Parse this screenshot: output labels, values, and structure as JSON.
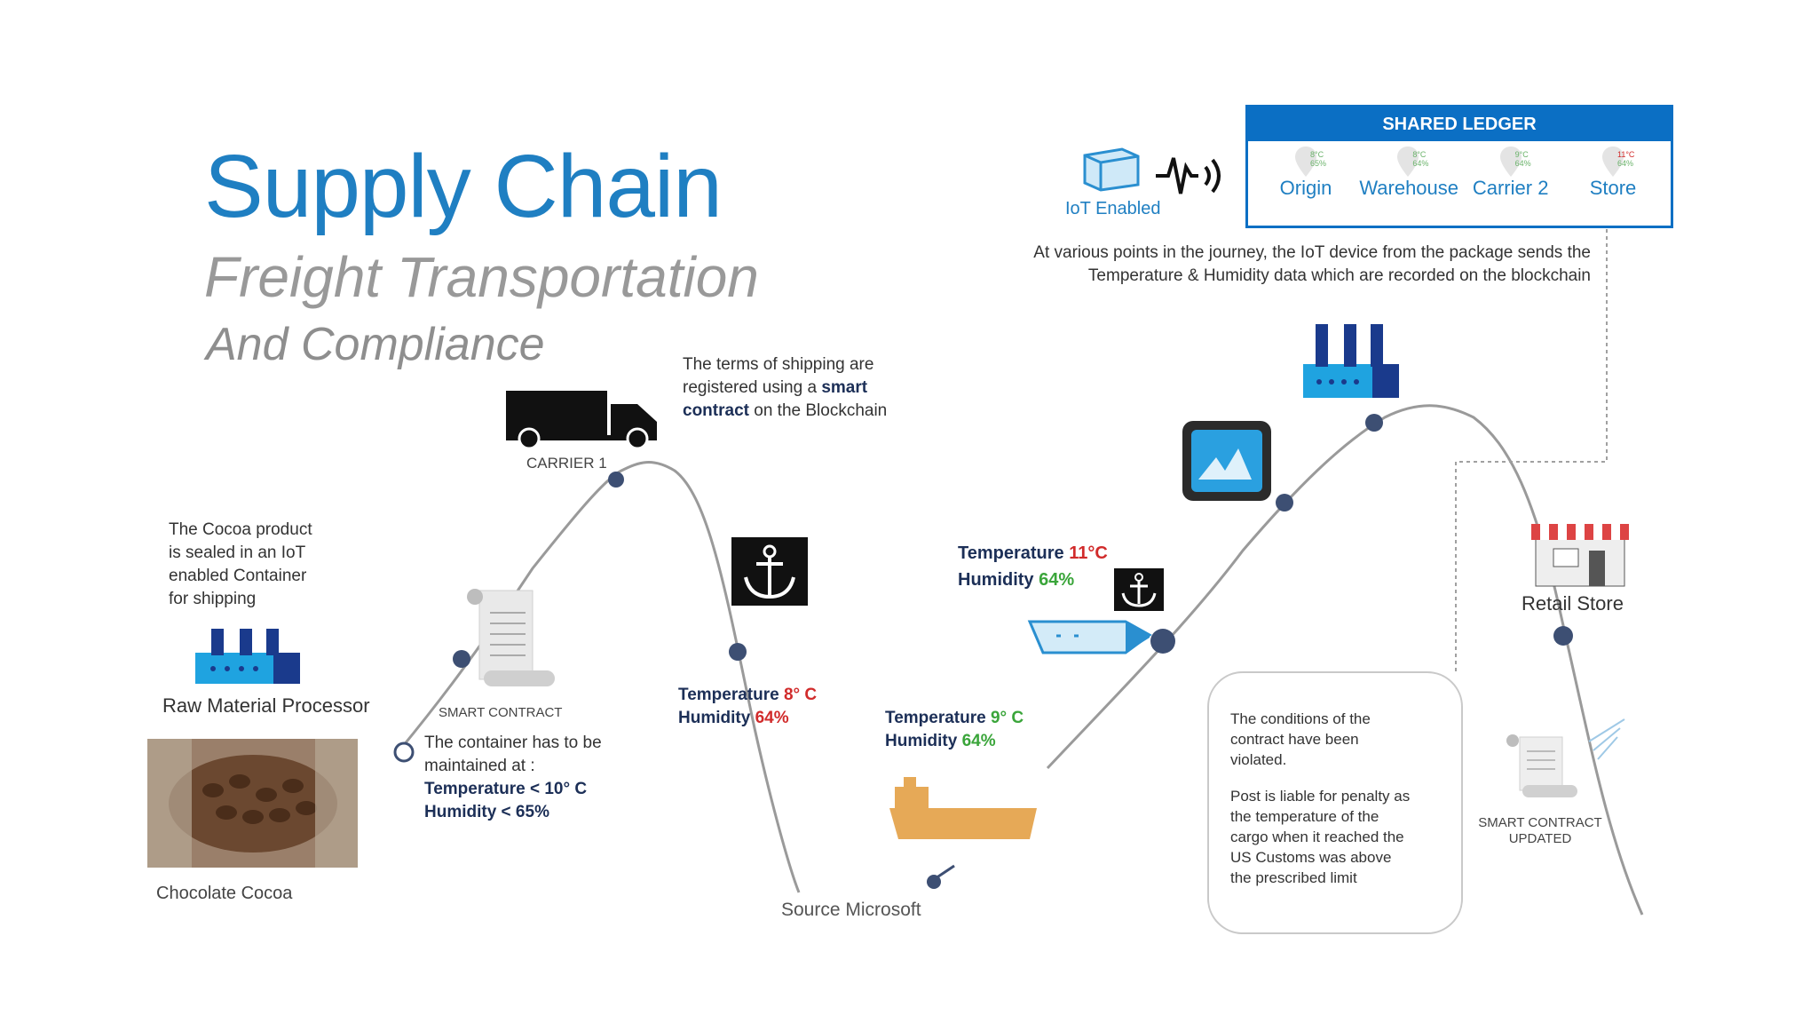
{
  "header": {
    "title": "Supply Chain",
    "subtitle": "Freight Transportation",
    "subtitle2": "And Compliance"
  },
  "ledger": {
    "title": "SHARED LEDGER",
    "items": [
      {
        "label": "Origin",
        "mini_temp": "8°C",
        "mini_hum": "65%"
      },
      {
        "label": "Warehouse",
        "mini_temp": "8°C",
        "mini_hum": "64%"
      },
      {
        "label": "Carrier 2",
        "mini_temp": "9°C",
        "mini_hum": "64%"
      },
      {
        "label": "Store",
        "mini_temp": "11°C",
        "mini_hum": "64%"
      }
    ],
    "iot_label": "IoT Enabled",
    "note_line1": "At various points in the journey, the IoT device from the package sends the",
    "note_line2": "Temperature & Humidity data which are recorded on the blockchain"
  },
  "origin": {
    "cocoa_note_lines": [
      "The Cocoa product",
      "is sealed in an IoT",
      "enabled Container",
      "for shipping"
    ],
    "processor_label": "Raw Material Processor",
    "cocoa_label": "Chocolate Cocoa"
  },
  "smart_contract": {
    "label": "SMART CONTRACT",
    "text_line1": "The container has to be",
    "text_line2": "maintained at :",
    "temp_rule": "Temperature < 10° C",
    "hum_rule": "Humidity < 65%"
  },
  "carrier1": {
    "label": "CARRIER 1",
    "terms_line1": "The terms of shipping are",
    "terms_line2_pre": "registered using a ",
    "terms_line2_bold": "smart",
    "terms_line3_bold": "contract",
    "terms_line3_post": " on the Blockchain"
  },
  "readings": {
    "port1": {
      "temp_label": "Temperature",
      "temp_value": "8° C",
      "hum_label": "Humidity",
      "hum_value": "64%"
    },
    "ship": {
      "temp_label": "Temperature",
      "temp_value": "9° C",
      "hum_label": "Humidity",
      "hum_value": "64%"
    },
    "customs": {
      "temp_label": "Temperature",
      "temp_value": "11°C",
      "hum_label": "Humidity",
      "hum_value": "64%"
    }
  },
  "violation": {
    "line1": "The conditions of the",
    "line2": "contract have been",
    "line3": "violated.",
    "p2_line1": "Post is liable for penalty as",
    "p2_line2": "the temperature of the",
    "p2_line3": "cargo when it reached the",
    "p2_line4": "US Customs was above",
    "p2_line5": "the prescribed limit"
  },
  "retail": {
    "label": "Retail Store",
    "updated_line1": "SMART CONTRACT",
    "updated_line2": "UPDATED"
  },
  "source": "Source Microsoft",
  "colors": {
    "brand_blue": "#1f7fc2",
    "ledger_blue": "#0b6fc4",
    "alert_red": "#d12b2b",
    "ok_green": "#3aa53a",
    "dot_navy": "#3d4f73",
    "ship_orange": "#e0a85a"
  }
}
